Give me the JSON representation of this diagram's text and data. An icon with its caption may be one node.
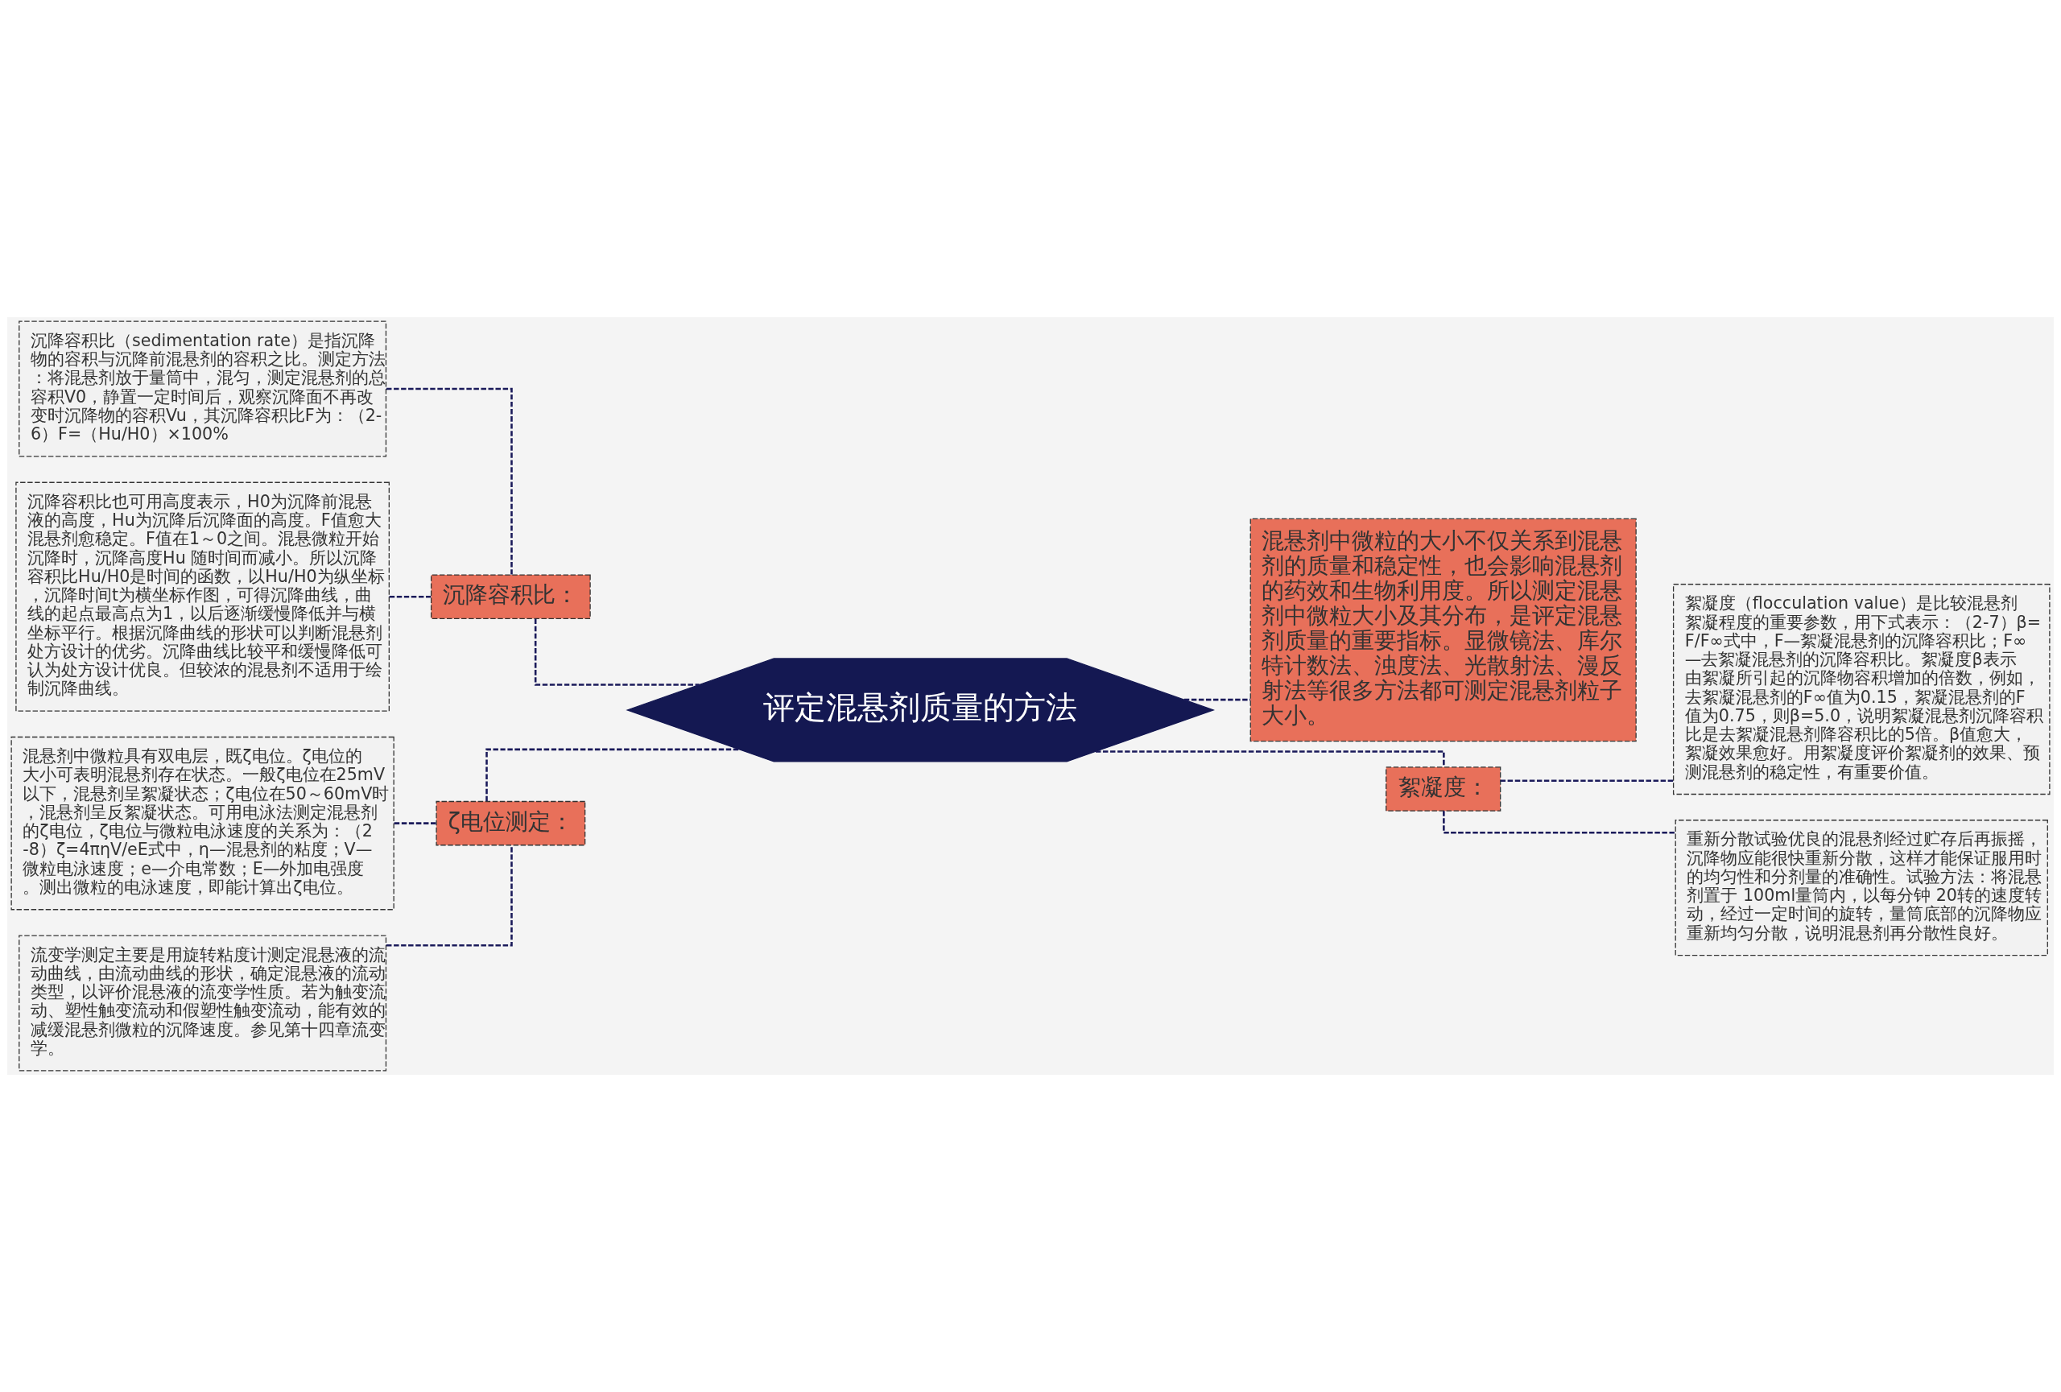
{
  "diagram": {
    "nodes": [
      {
        "text": [
          "评定混悬剂质量的方法"
        ]
      },
      {
        "text": [
          "沉降容积比："
        ]
      },
      {
        "text": [
          "沉降容积比（sedimentation rate）是指沉降物的容积与沉降前混悬剂的容积之比。测定方法：将混悬剂放于量筒中，混匀，测定混悬剂的总容积V0，静置一定时间后，观察沉降面不再改变时沉降物的容积Vu，其沉降容积比F为：（2-6）F=（Hu/H0）×100%"
        ]
      },
      {
        "text": [
          "沉降容积比也可用高度表示，H0为沉降前混悬液的高度，Hu为沉降后沉降面的高度。F值愈大混悬剂愈稳定。F值在1～0之间。混悬微粒开始沉降时，沉降高度Hu 随时间而减小。所以沉降容积比Hu/H0是时间的函数，以Hu/H0为纵坐标，沉降时间t为横坐标作图，可得沉降曲线，曲线的起点最高点为1，以后逐渐缓慢降低并与横坐标平行。根据沉降曲线的形状可以判断混悬剂处方设计的优劣。沉降曲线比较平和缓慢降低可认为处方设计优良。但较浓的混悬剂不适用于绘制沉降曲线。"
        ]
      },
      {
        "text": [
          "ζ电位测定："
        ]
      },
      {
        "text": [
          "混悬剂中微粒具有双电层，既ζ电位。ζ电位的大小可表明混悬剂存在状态。一般ζ电位在25mV以下，混悬剂呈絮凝状态；ζ电位在50～60mV时，混悬剂呈反絮凝状态。可用电泳法测定混悬剂的ζ电位，ζ电位与微粒电泳速度的关系为：（2-8）ζ=4πηV/eE式中，η—混悬剂的粘度；V—微粒电泳速度；e—介电常数；E—外加电强度。测出微粒的电泳速度，即能计算出ζ电位。"
        ]
      },
      {
        "text": [
          "流变学测定主要是用旋转粘度计测定混悬液的流动曲线，由流动曲线的形状，确定混悬液的流动类型，以评价混悬液的流变学性质。若为触变流动、塑性触变流动和假塑性触变流动，能有效的减缓混悬剂微粒的沉降速度。参见第十四章流变学。"
        ]
      },
      {
        "text": [
          "混悬剂中微粒的大小不仅关系到混悬剂的质量和稳定性，也会影响混悬剂的药效和生物利用度。所以测定混悬剂中微粒大小及其分布，是评定混悬剂质量的重要指标。显微镜法、库尔特计数法、浊度法、光散射法、漫反射法等很多方法都可测定混悬剂粒子大小。"
        ]
      },
      {
        "text": [
          "絮凝度："
        ]
      },
      {
        "text": [
          "絮凝度（flocculation value）是比较混悬剂絮凝程度的重要参数，用下式表示：（2-7）β=F/F∞式中，F—絮凝混悬剂的沉降容积比；F∞ —去絮凝混悬剂的沉降容积比。絮凝度β表示由絮凝所引起的沉降物容积增加的倍数，例如，去絮凝混悬剂的F∞值为0.15，絮凝混悬剂的F值为0.75，则β=5.0，说明絮凝混悬剂沉降容积比是去絮凝混悬剂降容积比的5倍。β值愈大，絮凝效果愈好。用絮凝度评价絮凝剂的效果、预测混悬剂的稳定性，有重要价值。"
        ]
      },
      {
        "text": [
          "重新分散试验优良的混悬剂经过贮存后再振摇，沉降物应能很快重新分散，这样才能保证服用时的均匀性和分剂量的准确性。试验方法：将混悬剂置于 100ml量筒内，以每分钟 20转的速度转动，经过一定时间的旋转，量筒底部的沉降物应重新均匀分散，说明混悬剂再分散性良好。"
        ]
      }
    ],
    "edges": [
      {
        "from": 0,
        "to": 1,
        "arrow": "none",
        "style": "dashed"
      },
      {
        "from": 1,
        "to": 2,
        "arrow": "none",
        "style": "dashed"
      },
      {
        "from": 1,
        "to": 3,
        "arrow": "none",
        "style": "dashed"
      },
      {
        "from": 0,
        "to": 4,
        "arrow": "none",
        "style": "dashed"
      },
      {
        "from": 4,
        "to": 5,
        "arrow": "none",
        "style": "dashed"
      },
      {
        "from": 4,
        "to": 6,
        "arrow": "none",
        "style": "dashed"
      },
      {
        "from": 0,
        "to": 7,
        "arrow": "none",
        "style": "dashed"
      },
      {
        "from": 0,
        "to": 8,
        "arrow": "none",
        "style": "dashed"
      },
      {
        "from": 8,
        "to": 9,
        "arrow": "none",
        "style": "dashed"
      },
      {
        "from": 8,
        "to": 10,
        "arrow": "none",
        "style": "dashed"
      }
    ]
  }
}
